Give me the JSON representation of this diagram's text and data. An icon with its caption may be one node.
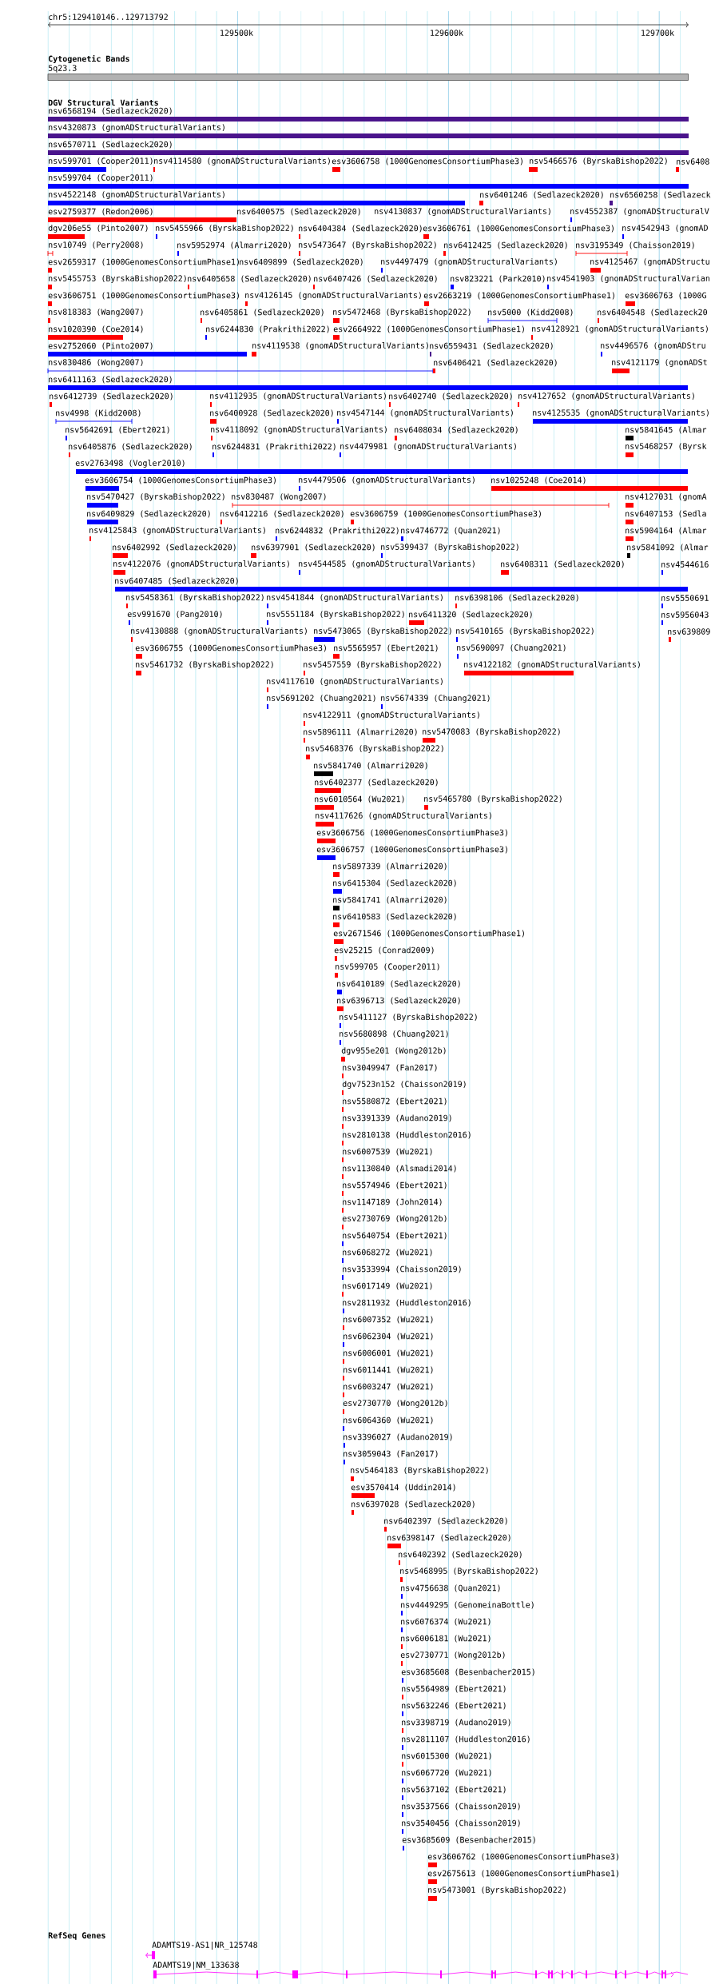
{
  "diagram": {
    "labels": [
      "chr5:129410146..129713792",
      "129500k",
      "129600k",
      "129700k",
      "Cytogenetic Bands",
      "5q23.3",
      "DGV Structural Variants",
      "nsv6568194 (Sedlazeck2020)",
      "nsv4320873 (gnomADStructuralVariants)",
      "nsv6570711 (Sedlazeck2020)",
      "nsv599701 (Cooper2011)",
      "nsv4114580 (gnomADStructuralVariants)",
      "esv3606758 (1000GenomesConsortiumPhase3)",
      "nsv5466576 (ByrskaBishop2022)",
      "nsv6408",
      "nsv599704 (Cooper2011)",
      "nsv4522148 (gnomADStructuralVariants)",
      "nsv6401246 (Sedlazeck2020)",
      "nsv6560258 (Sedlazeck",
      "esv2759377 (Redon2006)",
      "nsv6400575 (Sedlazeck2020)",
      "nsv4130837 (gnomADStructuralVariants)",
      "nsv4552387 (gnomADStructuralV",
      "dgv206e55 (Pinto2007)",
      "nsv5455966 (ByrskaBishop2022)",
      "nsv6404384 (Sedlazeck2020)",
      "esv3606761 (1000GenomesConsortiumPhase3)",
      "nsv4542943 (gnomAD",
      "nsv10749 (Perry2008)",
      "nsv5952974 (Almarri2020)",
      "nsv5473647 (ByrskaBishop2022)",
      "nsv6412425 (Sedlazeck2020)",
      "nsv3195349 (Chaisson2019)",
      "esv2659317 (1000GenomesConsortiumPhase1)",
      "nsv6409899 (Sedlazeck2020)",
      "nsv4497479 (gnomADStructuralVariants)",
      "nsv4125467 (gnomADStructu",
      "nsv5455753 (ByrskaBishop2022)",
      "nsv6405658 (Sedlazeck2020)",
      "nsv6407426 (Sedlazeck2020)",
      "nsv823221 (Park2010)",
      "nsv4541903 (gnomADStructuralVarian",
      "esv3606751 (1000GenomesConsortiumPhase3)",
      "nsv4126145 (gnomADStructuralVariants)",
      "esv2663219 (1000GenomesConsortiumPhase1)",
      "esv3606763 (1000G",
      "nsv818383 (Wang2007)",
      "nsv6405861 (Sedlazeck2020)",
      "nsv5472468 (ByrskaBishop2022)",
      "nsv5000 (Kidd2008)",
      "nsv6404548 (Sedlazeck20",
      "nsv1020390 (Coe2014)",
      "nsv6244830 (Prakrithi2022)",
      "esv2664922 (1000GenomesConsortiumPhase1)",
      "nsv4128921 (gnomADStructuralVariants)",
      "esv2752060 (Pinto2007)",
      "nsv4119538 (gnomADStructuralVariants)",
      "nsv6559431 (Sedlazeck2020)",
      "nsv4496576 (gnomADStru",
      "nsv830486 (Wong2007)",
      "nsv6406421 (Sedlazeck2020)",
      "nsv4121179 (gnomADSt",
      "nsv6411163 (Sedlazeck2020)",
      "nsv6412739 (Sedlazeck2020)",
      "nsv4112935 (gnomADStructuralVariants)",
      "nsv6402740 (Sedlazeck2020)",
      "nsv4127652 (gnomADStructuralVariants)",
      "nsv4998 (Kidd2008)",
      "nsv6400928 (Sedlazeck2020)",
      "nsv4547144 (gnomADStructuralVariants)",
      "nsv4125535 (gnomADStructuralVariants)",
      "nsv5642691 (Ebert2021)",
      "nsv4118092 (gnomADStructuralVariants)",
      "nsv6408034 (Sedlazeck2020)",
      "nsv5841645 (Almar",
      "nsv6405876 (Sedlazeck2020)",
      "nsv6244831 (Prakrithi2022)",
      "nsv4479981 (gnomADStructuralVariants)",
      "nsv5468257 (Byrsk",
      "esv2763498 (Vogler2010)",
      "esv3606754 (1000GenomesConsortiumPhase3)",
      "nsv4479506 (gnomADStructuralVariants)",
      "nsv1025248 (Coe2014)",
      "nsv5470427 (ByrskaBishop2022)",
      "nsv830487 (Wong2007)",
      "nsv4127031 (gnomA",
      "nsv6409829 (Sedlazeck2020)",
      "nsv6412216 (Sedlazeck2020)",
      "esv3606759 (1000GenomesConsortiumPhase3)",
      "nsv6407153 (Sedla",
      "nsv4125843 (gnomADStructuralVariants)",
      "nsv6244832 (Prakrithi2022)",
      "nsv4746772 (Quan2021)",
      "nsv5904164 (Almar",
      "nsv6402992 (Sedlazeck2020)",
      "nsv6397901 (Sedlazeck2020)",
      "nsv5399437 (ByrskaBishop2022)",
      "nsv5841092 (Almar",
      "nsv4122076 (gnomADStructuralVariants)",
      "nsv4544585 (gnomADStructuralVariants)",
      "nsv6408311 (Sedlazeck2020)",
      "nsv4544616",
      "nsv6407485 (Sedlazeck2020)",
      "nsv5458361 (ByrskaBishop2022)",
      "nsv4541844 (gnomADStructuralVariants)",
      "nsv6398106 (Sedlazeck2020)",
      "nsv5550691",
      "esv991670 (Pang2010)",
      "nsv5551184 (ByrskaBishop2022)",
      "nsv6411320 (Sedlazeck2020)",
      "nsv5956043",
      "nsv4130888 (gnomADStructuralVariants)",
      "nsv5473065 (ByrskaBishop2022)",
      "nsv5410165 (ByrskaBishop2022)",
      "nsv639809",
      "esv3606755 (1000GenomesConsortiumPhase3)",
      "nsv5565957 (Ebert2021)",
      "nsv5690097 (Chuang2021)",
      "nsv5461732 (ByrskaBishop2022)",
      "nsv5457559 (ByrskaBishop2022)",
      "nsv4122182 (gnomADStructuralVariants)",
      "nsv4117610 (gnomADStructuralVariants)",
      "nsv5691202 (Chuang2021)",
      "nsv5674339 (Chuang2021)",
      "nsv4122911 (gnomADStructuralVariants)",
      "nsv5896111 (Almarri2020)",
      "nsv5470083 (ByrskaBishop2022)",
      "nsv5468376 (ByrskaBishop2022)",
      "nsv5841740 (Almarri2020)",
      "nsv6402377 (Sedlazeck2020)",
      "nsv6010564 (Wu2021)",
      "nsv5465780 (ByrskaBishop2022)",
      "nsv4117626 (gnomADStructuralVariants)",
      "esv3606756 (1000GenomesConsortiumPhase3)",
      "esv3606757 (1000GenomesConsortiumPhase3)",
      "nsv5897339 (Almarri2020)",
      "nsv6415304 (Sedlazeck2020)",
      "nsv5841741 (Almarri2020)",
      "nsv6410583 (Sedlazeck2020)",
      "esv2671546 (1000GenomesConsortiumPhase1)",
      "esv25215 (Conrad2009)",
      "nsv599705 (Cooper2011)",
      "nsv6410189 (Sedlazeck2020)",
      "nsv6396713 (Sedlazeck2020)",
      "nsv5411127 (ByrskaBishop2022)",
      "nsv5680898 (Chuang2021)",
      "dgv955e201 (Wong2012b)",
      "nsv3049947 (Fan2017)",
      "dgv7523n152 (Chaisson2019)",
      "nsv5580872 (Ebert2021)",
      "nsv3391339 (Audano2019)",
      "nsv2810138 (Huddleston2016)",
      "nsv6007539 (Wu2021)",
      "nsv1130840 (Alsmadi2014)",
      "nsv5574946 (Ebert2021)",
      "nsv1147189 (John2014)",
      "esv2730769 (Wong2012b)",
      "nsv5640754 (Ebert2021)",
      "nsv6068272 (Wu2021)",
      "nsv3533994 (Chaisson2019)",
      "nsv6017149 (Wu2021)",
      "nsv2811932 (Huddleston2016)",
      "nsv6007352 (Wu2021)",
      "nsv6062304 (Wu2021)",
      "nsv6006001 (Wu2021)",
      "nsv6011441 (Wu2021)",
      "nsv6003247 (Wu2021)",
      "esv2730770 (Wong2012b)",
      "nsv6064360 (Wu2021)",
      "nsv3396027 (Audano2019)",
      "nsv3059043 (Fan2017)",
      "nsv5464183 (ByrskaBishop2022)",
      "esv3570414 (Uddin2014)",
      "nsv6397028 (Sedlazeck2020)",
      "nsv6402397 (Sedlazeck2020)",
      "nsv6398147 (Sedlazeck2020)",
      "nsv6402392 (Sedlazeck2020)",
      "nsv5468995 (ByrskaBishop2022)",
      "nsv4756638 (Quan2021)",
      "nsv4449295 (GenomeinaBottle)",
      "nsv6076374 (Wu2021)",
      "nsv6006181 (Wu2021)",
      "esv2730771 (Wong2012b)",
      "esv3685608 (Besenbacher2015)",
      "nsv5564989 (Ebert2021)",
      "nsv5632246 (Ebert2021)",
      "nsv3398719 (Audano2019)",
      "nsv2811107 (Huddleston2016)",
      "nsv6015300 (Wu2021)",
      "nsv6067720 (Wu2021)",
      "nsv5637102 (Ebert2021)",
      "nsv3537566 (Chaisson2019)",
      "nsv3540456 (Chaisson2019)",
      "esv3685609 (Besenbacher2015)",
      "esv3606762 (1000GenomesConsortiumPhase3)",
      "esv2675613 (1000GenomesConsortiumPhase1)",
      "nsv5473001 (ByrskaBishop2022)",
      "RefSeq Genes",
      "ADAMTS19-AS1|NR_125748",
      "ADAMTS19|NM_133638"
    ]
  }
}
